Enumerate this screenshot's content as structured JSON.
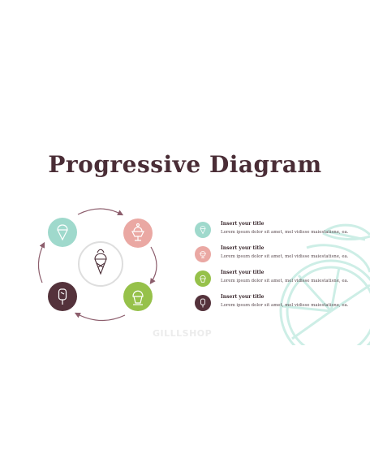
{
  "title": "Progressive Diagram",
  "watermark": "GILLLSHOP",
  "colors": {
    "title": "#4a2d36",
    "mint": "#9fd9cc",
    "pink": "#eaa8a3",
    "green": "#96c14a",
    "plum": "#54323b",
    "arrow": "#8c5d6c",
    "fruit_outline": "#cdeee6"
  },
  "diagram": {
    "center_icon": "ice-cream-cone-icon",
    "nodes": [
      {
        "icon": "ice-cream-cone-icon",
        "color": "mint"
      },
      {
        "icon": "sundae-icon",
        "color": "pink"
      },
      {
        "icon": "ice-cream-cup-icon",
        "color": "green"
      },
      {
        "icon": "popsicle-icon",
        "color": "plum"
      }
    ]
  },
  "legend": [
    {
      "title": "Insert your title",
      "desc": "Lorem ipsum dolor sit amet, mel vidisse maiestatisne, ea.",
      "color": "mint",
      "icon": "ice-cream-cone-icon"
    },
    {
      "title": "Insert your title",
      "desc": "Lorem ipsum dolor sit amet, mel vidisse maiestatisne, ea.",
      "color": "pink",
      "icon": "sundae-icon"
    },
    {
      "title": "Insert your title",
      "desc": "Lorem ipsum dolor sit amet, mel vidisse maiestatisne, ea.",
      "color": "green",
      "icon": "ice-cream-cup-icon"
    },
    {
      "title": "Insert your title",
      "desc": "Lorem ipsum dolor sit amet, mel vidisse maiestatisne, ea.",
      "color": "plum",
      "icon": "popsicle-icon"
    }
  ]
}
